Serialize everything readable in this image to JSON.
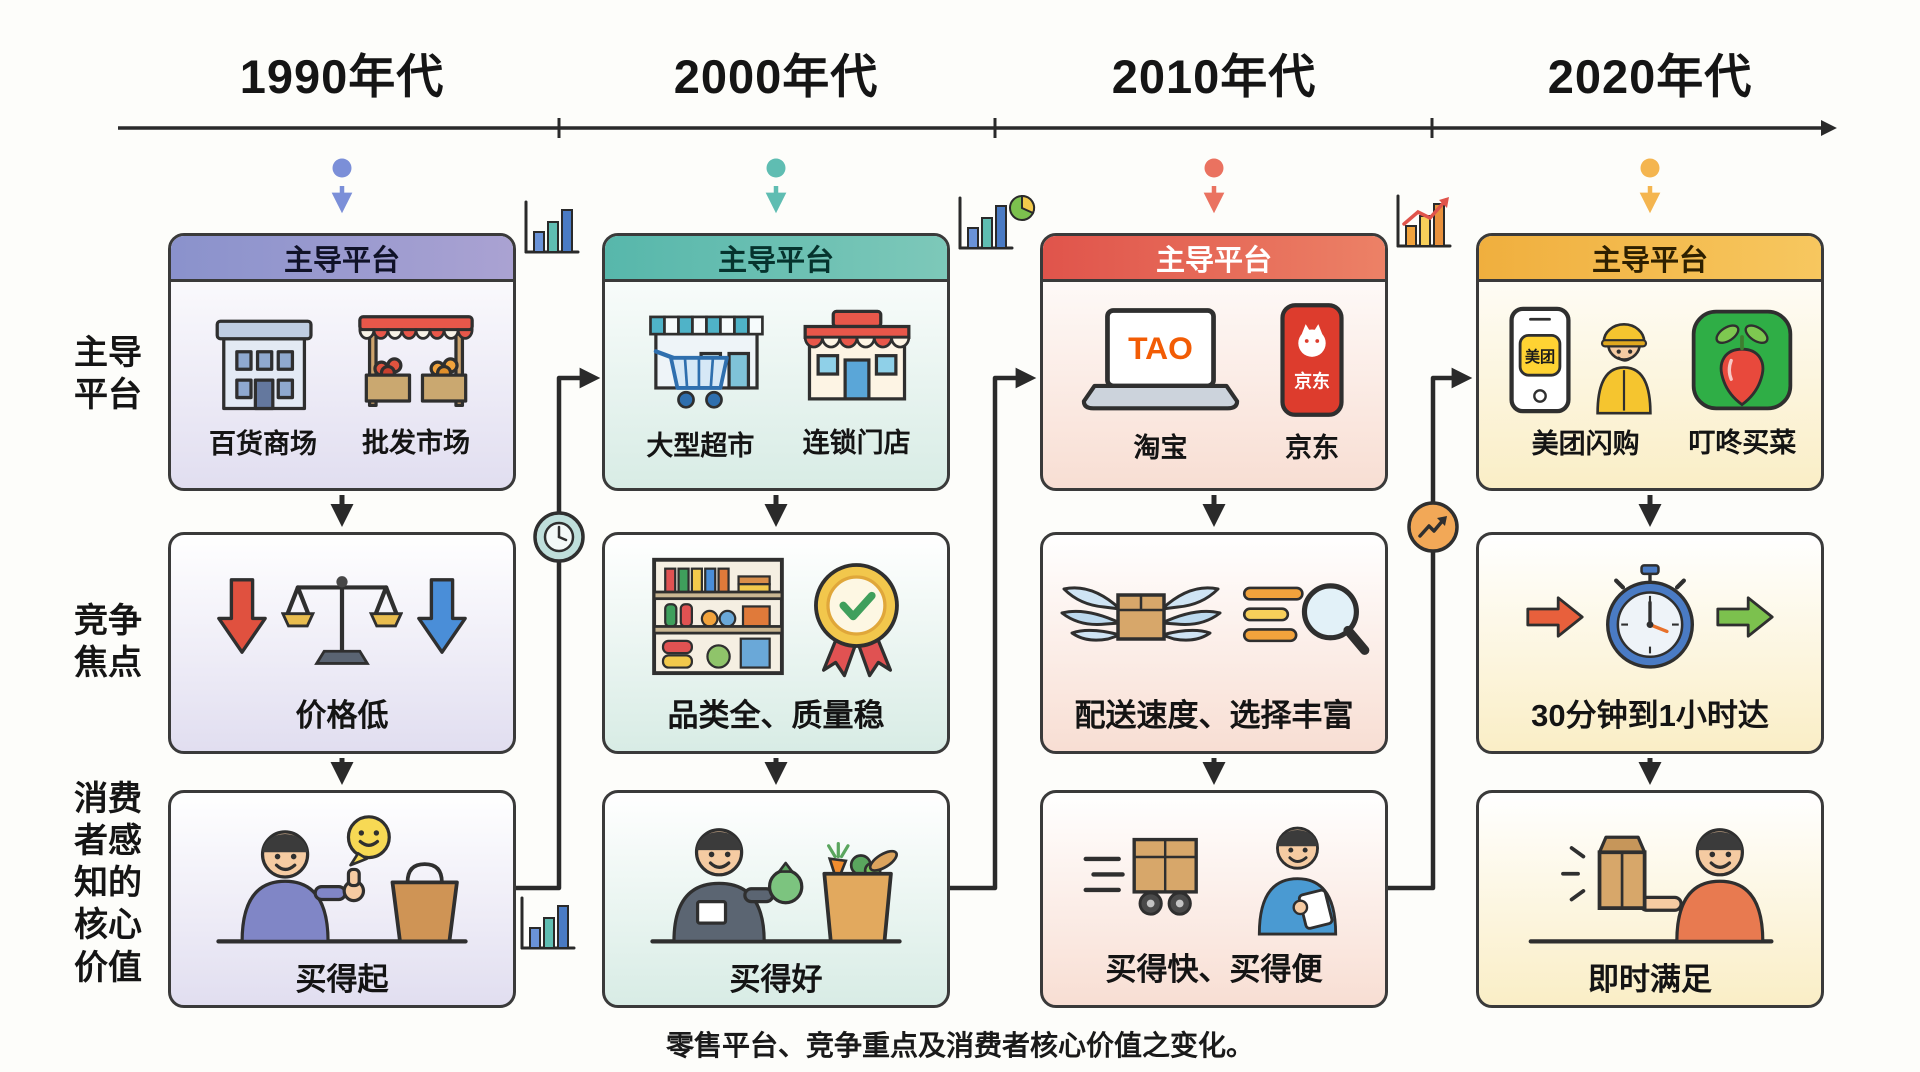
{
  "caption": "零售平台、竞争重点及消费者核心价值之变化。",
  "timeline": {
    "axis_color": "#2a2a2a",
    "decades": [
      {
        "label": "1990年代",
        "dot_color": "#7b8fd8"
      },
      {
        "label": "2000年代",
        "dot_color": "#5fbdb2"
      },
      {
        "label": "2010年代",
        "dot_color": "#ea7260"
      },
      {
        "label": "2020年代",
        "dot_color": "#f4b54f"
      }
    ]
  },
  "row_labels": {
    "platform": "主导\n平台",
    "competition": "竞争\n焦点",
    "value": "消费\n者感\n知的\n核心\n价值"
  },
  "columns": {
    "c1990": {
      "theme_color": "#8d96ce",
      "header": "主导平台",
      "items": [
        {
          "label": "百货商场",
          "icon": "department-store-icon"
        },
        {
          "label": "批发市场",
          "icon": "market-stall-icon"
        }
      ],
      "competition": {
        "label": "价格低",
        "icons": [
          "price-down-red-arrow-icon",
          "balance-scale-icon",
          "price-down-blue-arrow-icon"
        ]
      },
      "value": {
        "label": "买得起",
        "icons": [
          "happy-customer-thumbs-up-icon",
          "smiley-speech-bubble-icon",
          "shopping-bag-icon"
        ]
      }
    },
    "c2000": {
      "theme_color": "#5fbdb2",
      "header": "主导平台",
      "items": [
        {
          "label": "大型超市",
          "icon": "supermarket-cart-icon"
        },
        {
          "label": "连锁门店",
          "icon": "chain-store-icon"
        }
      ],
      "competition": {
        "label": "品类全、质量稳",
        "icons": [
          "stocked-shelves-icon",
          "quality-badge-icon"
        ]
      },
      "value": {
        "label": "买得好",
        "icons": [
          "customer-money-bag-icon",
          "grocery-bag-icon"
        ]
      }
    },
    "c2010": {
      "theme_color": "#e0544b",
      "header": "主导平台",
      "items": [
        {
          "label": "淘宝",
          "icon": "taobao-laptop-icon",
          "screen_text": "TAO"
        },
        {
          "label": "京东",
          "icon": "jd-phone-icon",
          "screen_text": "京东"
        }
      ],
      "competition": {
        "label": "配送速度、选择丰富",
        "icons": [
          "winged-parcel-icon",
          "search-options-icon"
        ]
      },
      "value": {
        "label": "买得快、买得便",
        "icons": [
          "rolling-parcel-icon",
          "customer-mobile-icon"
        ]
      }
    },
    "c2020": {
      "theme_color": "#f0af3e",
      "header": "主导平台",
      "items": [
        {
          "label": "美团闪购",
          "icon": "meituan-phone-and-rider-icon",
          "screen_text": "美团"
        },
        {
          "label": "叮咚买菜",
          "icon": "dingdong-radish-app-icon"
        }
      ],
      "competition": {
        "label": "30分钟到1小时达",
        "icons": [
          "speed-arrow-red-icon",
          "stopwatch-icon",
          "speed-arrow-green-icon"
        ]
      },
      "value": {
        "label": "即时满足",
        "icons": [
          "instant-package-icon",
          "satisfied-customer-icon"
        ]
      }
    }
  }
}
